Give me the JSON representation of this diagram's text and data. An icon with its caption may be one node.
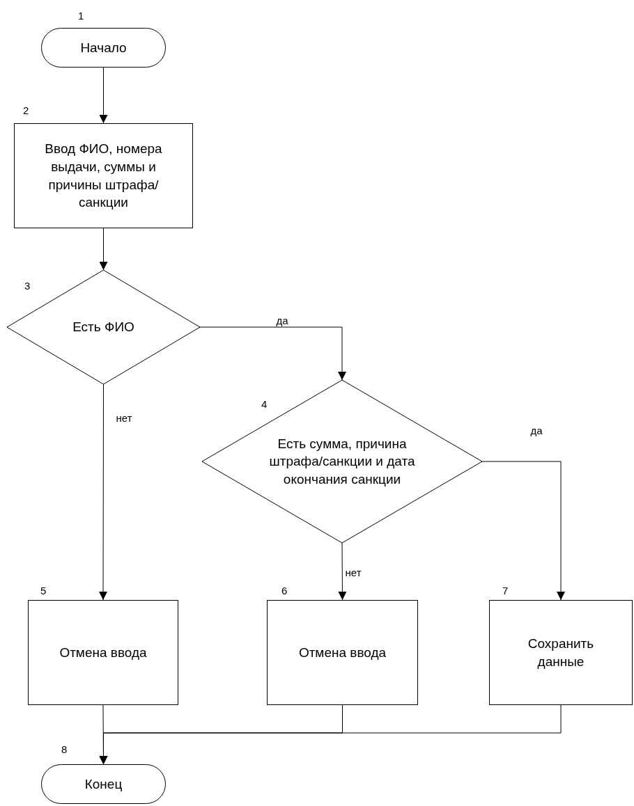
{
  "diagram": {
    "nodes": [
      {
        "text": [
          "Начало"
        ],
        "beside": [
          "1"
        ]
      },
      {
        "text": [
          "Ввод ФИО, номера выдачи, суммы и причины штрафа/ санкции"
        ],
        "beside": [
          "2"
        ]
      },
      {
        "text": [
          "Есть ФИО"
        ],
        "beside": [
          "3"
        ]
      },
      {
        "text": [
          "Есть сумма, причина штрафа/санкции и дата окончания санкции"
        ],
        "beside": [
          "4"
        ]
      },
      {
        "text": [
          "Отмена ввода"
        ],
        "beside": [
          "5"
        ]
      },
      {
        "text": [
          "Отмена ввода"
        ],
        "beside": [
          "6"
        ]
      },
      {
        "text": [
          "Сохранить данные"
        ],
        "beside": [
          "7"
        ]
      },
      {
        "text": [
          "Конец"
        ],
        "beside": [
          "8"
        ]
      }
    ],
    "edges": [
      {
        "from": 0,
        "to": 1,
        "arrow": "to"
      },
      {
        "from": 1,
        "to": 2,
        "arrow": "to"
      },
      {
        "from": 2,
        "to": 3,
        "arrow": "to",
        "label": "да"
      },
      {
        "from": 2,
        "to": 4,
        "arrow": "to",
        "label": "нет"
      },
      {
        "from": 3,
        "to": 5,
        "arrow": "to",
        "label": "нет"
      },
      {
        "from": 3,
        "to": 6,
        "arrow": "to",
        "label": "да"
      },
      {
        "from": 4,
        "to": 7,
        "arrow": "to"
      },
      {
        "from": 5,
        "to": 7,
        "arrow": "to"
      },
      {
        "from": 6,
        "to": 7,
        "arrow": "to"
      }
    ]
  }
}
